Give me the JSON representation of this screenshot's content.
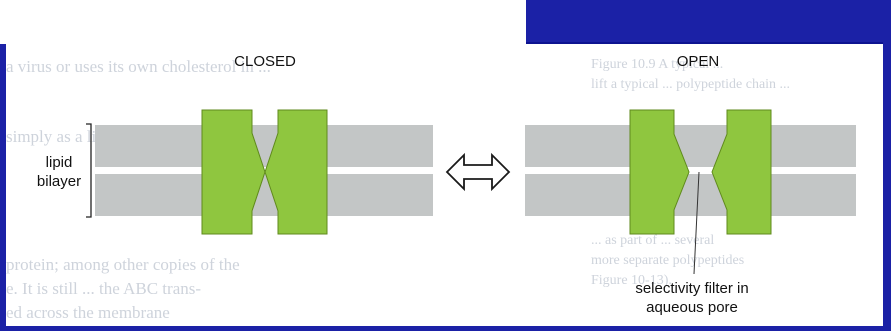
{
  "figure": {
    "closed_label": "CLOSED",
    "open_label": "OPEN",
    "bilayer_label_line1": "lipid",
    "bilayer_label_line2": "bilayer",
    "pore_label_line1": "selectivity filter in",
    "pore_label_line2": "aqueous pore"
  },
  "colors": {
    "frame_blue": "#1b21a6",
    "bilayer_gray": "#c3c6c6",
    "channel_green": "#8fc63f",
    "channel_outline": "#5f8a1c"
  },
  "icons": {
    "transition": "double-headed-arrow-icon",
    "bilayer_bracket": "bracket-icon"
  }
}
